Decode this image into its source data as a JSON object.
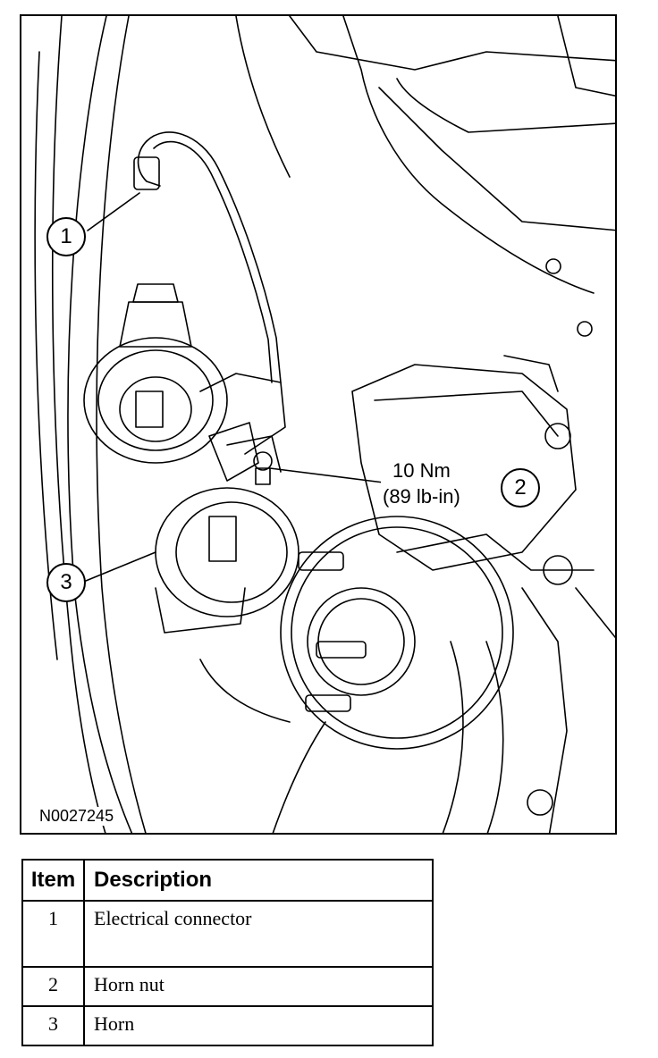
{
  "figure": {
    "id": "N0027245",
    "callouts": [
      {
        "label": "1"
      },
      {
        "label": "2"
      },
      {
        "label": "3"
      }
    ],
    "torque_spec": {
      "line1": "10 Nm",
      "line2": "(89 lb-in)"
    }
  },
  "table": {
    "headers": {
      "item": "Item",
      "description": "Description"
    },
    "rows": [
      {
        "item": "1",
        "description": "Electrical connector"
      },
      {
        "item": "2",
        "description": "Horn nut"
      },
      {
        "item": "3",
        "description": "Horn"
      }
    ]
  }
}
